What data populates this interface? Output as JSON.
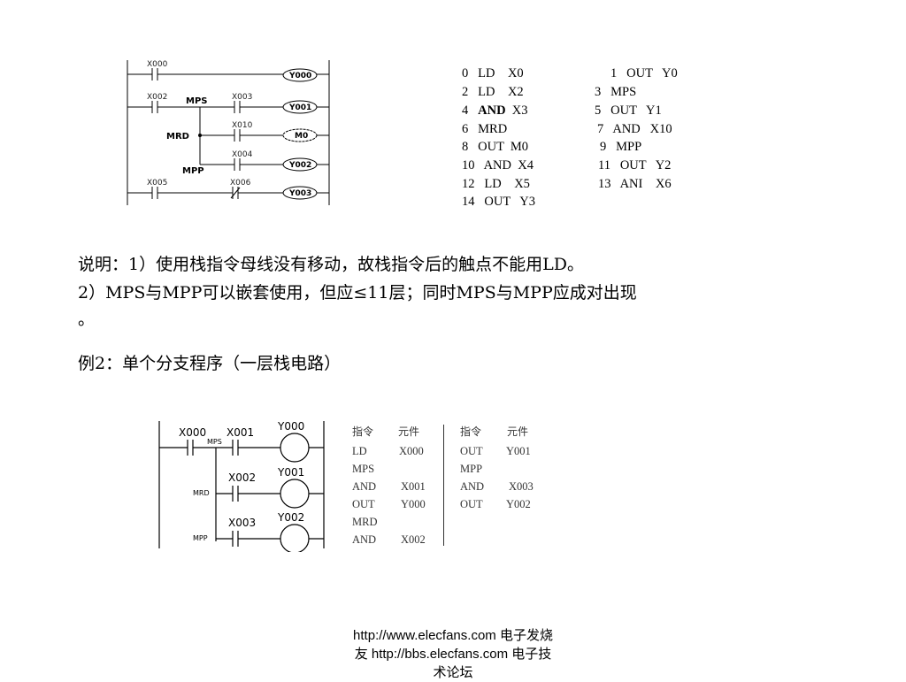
{
  "diagram1": {
    "contacts": [
      "X000",
      "X002",
      "X003",
      "X010",
      "X004",
      "X005",
      "X006"
    ],
    "coils": [
      "Y000",
      "Y001",
      "M0",
      "Y002",
      "Y003"
    ],
    "stack_labels": {
      "mps": "MPS",
      "mrd": "MRD",
      "mpp": "MPP"
    }
  },
  "program1": [
    {
      "a": "0   LD    X0",
      "b": "1   OUT   Y0"
    },
    {
      "a": "2   LD    X2",
      "b": "3   MPS"
    },
    {
      "a_num": "4   ",
      "a_kw": "AND",
      "a_rest": "  X3",
      "b": "5   OUT   Y1"
    },
    {
      "a": "6   MRD",
      "b": "7   AND   X10"
    },
    {
      "a": "8   OUT  M0",
      "b": "9   MPP"
    },
    {
      "a": "10   AND  X4",
      "b": "11   OUT   Y2"
    },
    {
      "a": "12   LD    X5",
      "b": "13   ANI    X6"
    },
    {
      "a": "14   OUT   Y3",
      "b": ""
    }
  ],
  "notes": {
    "line1": "说明：1）使用栈指令母线没有移动，故栈指令后的触点不能用LD。",
    "line2": "2）MPS与MPP可以嵌套使用，但应≤11层；同时MPS与MPP应成对出现",
    "line3": "。",
    "example": "例2：单个分支程序（一层栈电路）"
  },
  "diagram2": {
    "contacts": [
      "X000",
      "X001",
      "X002",
      "X003"
    ],
    "coils": [
      "Y000",
      "Y001",
      "Y002"
    ],
    "stack_labels": {
      "mps": "MPS",
      "mrd": "MRD",
      "mpp": "MPP"
    }
  },
  "table2": {
    "headers": [
      "指令",
      "元件",
      "指令",
      "元件"
    ],
    "left": [
      [
        "LD",
        "X000"
      ],
      [
        "MPS",
        ""
      ],
      [
        "AND",
        "X001"
      ],
      [
        "OUT",
        "Y000"
      ],
      [
        "MRD",
        ""
      ],
      [
        "AND",
        "X002"
      ]
    ],
    "right": [
      [
        "OUT",
        "Y001"
      ],
      [
        "MPP",
        ""
      ],
      [
        "AND",
        "X003"
      ],
      [
        "OUT",
        "Y002"
      ]
    ]
  },
  "footer": {
    "line1": "http://www.elecfans.com 电子发烧",
    "line2": "友 http://bbs.elecfans.com 电子技",
    "line3": "术论坛"
  }
}
